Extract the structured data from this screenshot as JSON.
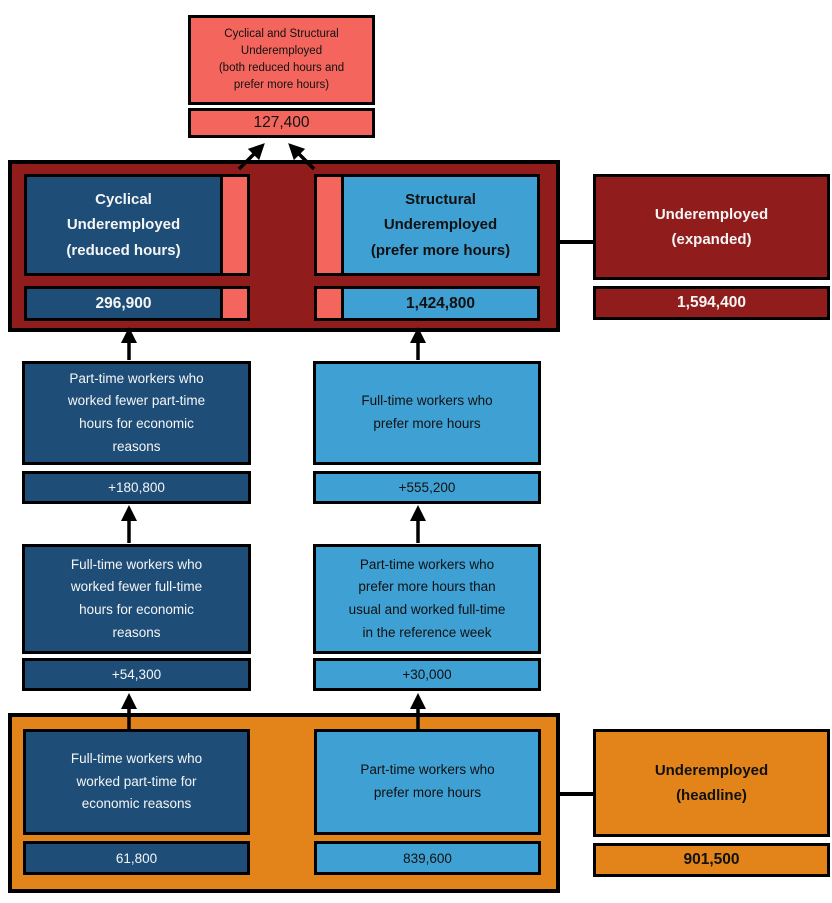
{
  "colors": {
    "navy": "#1e4e78",
    "lightblue": "#3fa0d4",
    "salmon": "#f4655d",
    "darkred": "#901d1c",
    "orange": "#e28419",
    "border": "#000000"
  },
  "nodes": {
    "combined": {
      "label": "Cyclical and Structural\nUnderemployed\n(both reduced hours and\nprefer more hours)",
      "value": "127,400"
    },
    "cyclical": {
      "label": "Cyclical\nUnderemployed\n(reduced hours)",
      "value": "296,900"
    },
    "structural": {
      "label": "Structural\nUnderemployed\n(prefer more hours)",
      "value": "1,424,800"
    },
    "expanded": {
      "label": "Underemployed\n(expanded)",
      "value": "1,594,400"
    },
    "cyclical_add_part_time": {
      "label": "Part-time workers who\nworked fewer part-time\nhours for economic\nreasons",
      "value": "+180,800"
    },
    "structural_add_full_time": {
      "label": "Full-time workers who\nprefer more hours",
      "value": "+555,200"
    },
    "cyclical_add_full_time": {
      "label": "Full-time workers who\nworked fewer full-time\nhours for economic\nreasons",
      "value": "+54,300"
    },
    "structural_add_reference_week": {
      "label": "Part-time workers who\nprefer more hours than\nusual and worked full-time\nin the reference week",
      "value": "+30,000"
    },
    "headline_cyclical": {
      "label": "Full-time workers who\nworked part-time for\neconomic reasons",
      "value": "61,800"
    },
    "headline_structural": {
      "label": "Part-time workers who\nprefer more hours",
      "value": "839,600"
    },
    "headline": {
      "label": "Underemployed\n(headline)",
      "value": "901,500"
    }
  }
}
